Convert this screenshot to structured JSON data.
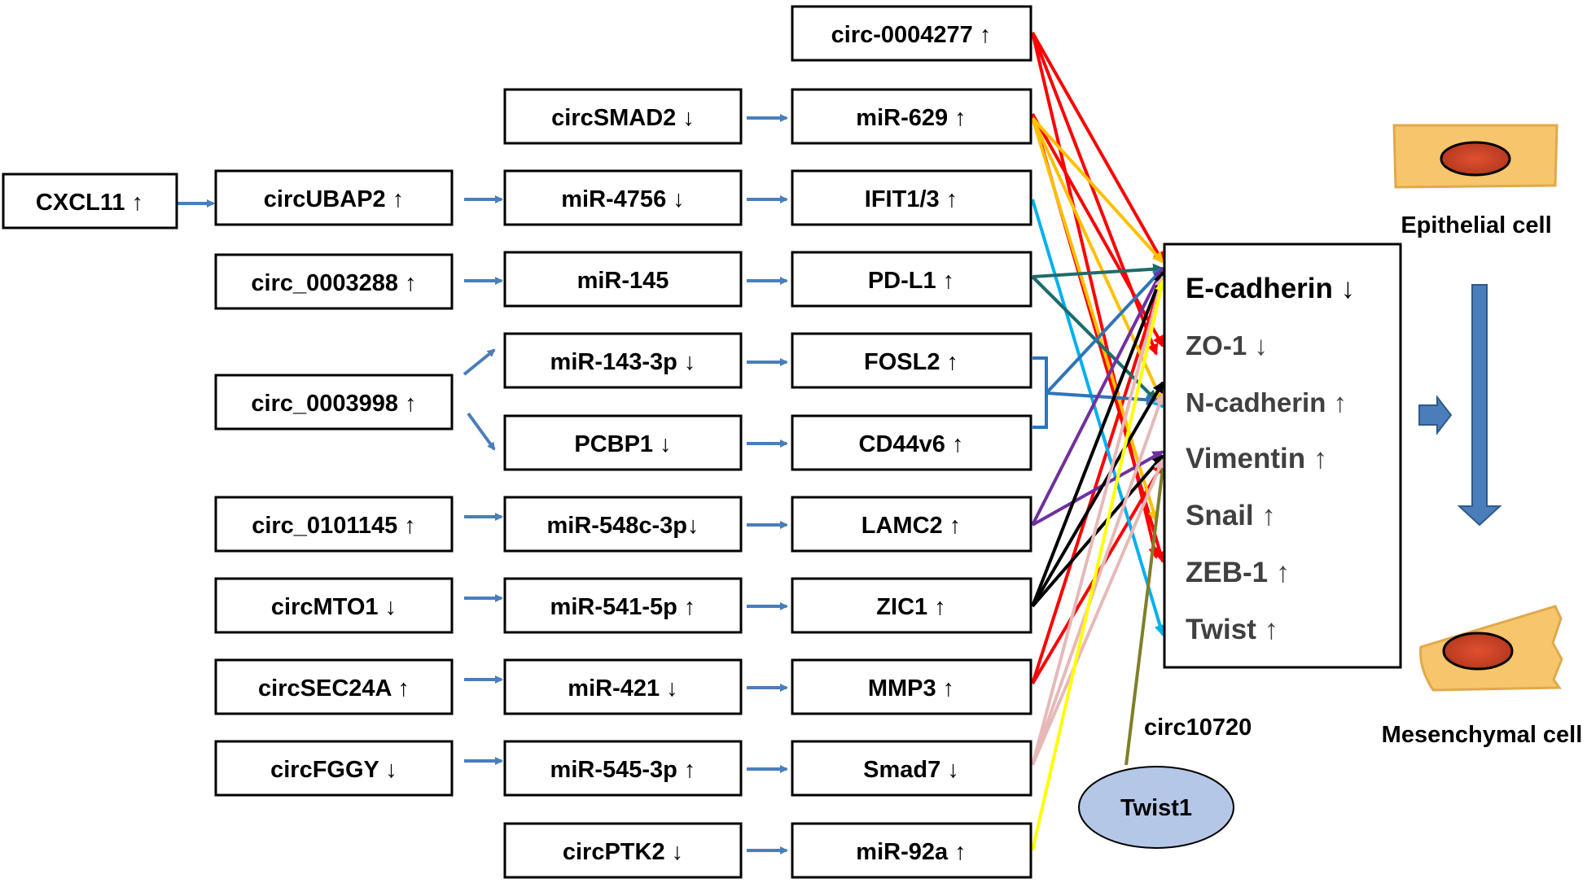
{
  "colors": {
    "blue_arrow": "#4a7ebb",
    "red": "#ff0000",
    "orange": "#ffc000",
    "cyan": "#00b0f0",
    "teal": "#1f6b6b",
    "steelblue": "#2e75b6",
    "purple": "#7030a0",
    "black": "#000000",
    "pink": "#e6b9b8",
    "yellow": "#ffff00",
    "olive": "#7f7f2a",
    "twist_fill": "#b4c7e7",
    "cell_fill": "#f7c56b",
    "nucleus": "#c0392b"
  },
  "left_nodes": {
    "cxcl11": "CXCL11 ↑",
    "circubap2": "circUBAP2 ↑",
    "circ0003288": "circ_0003288 ↑",
    "circ0003998": "circ_0003998 ↑",
    "circ0101145": "circ_0101145 ↑",
    "circmto1": "circMTO1 ↓",
    "circsec24a": "circSEC24A ↑",
    "circfggy": "circFGGY ↓"
  },
  "mid_nodes": {
    "circsmad2": "circSMAD2 ↓",
    "mir4756": "miR-4756 ↓",
    "mir145": "miR-145",
    "mir1433p": "miR-143-3p ↓",
    "pcbp1": "PCBP1 ↓",
    "mir548c3p": "miR-548c-3p↓",
    "mir5415p": "miR-541-5p ↑",
    "mir421": "miR-421 ↓",
    "mir5453p": "miR-545-3p ↑",
    "circptk2": "circPTK2 ↓"
  },
  "target_nodes": {
    "circ0004277": "circ-0004277 ↑",
    "mir629": "miR-629 ↑",
    "ifit13": "IFIT1/3 ↑",
    "pdl1": "PD-L1 ↑",
    "fosl2": "FOSL2 ↑",
    "cd44v6": "CD44v6 ↑",
    "lamc2": "LAMC2 ↑",
    "zic1": "ZIC1 ↑",
    "mmp3": "MMP3 ↑",
    "smad7": "Smad7 ↓",
    "mir92a": "miR-92a ↑"
  },
  "emt_markers": [
    "E-cadherin ↓",
    "ZO-1 ↓",
    "N-cadherin ↑",
    "Vimentin ↑",
    "Snail ↑",
    "ZEB-1 ↑",
    "Twist ↑"
  ],
  "circ10720_label": "circ10720",
  "twist1_label": "Twist1",
  "epithelial_label": "Epithelial cell",
  "mesenchymal_label": "Mesenchymal cell"
}
